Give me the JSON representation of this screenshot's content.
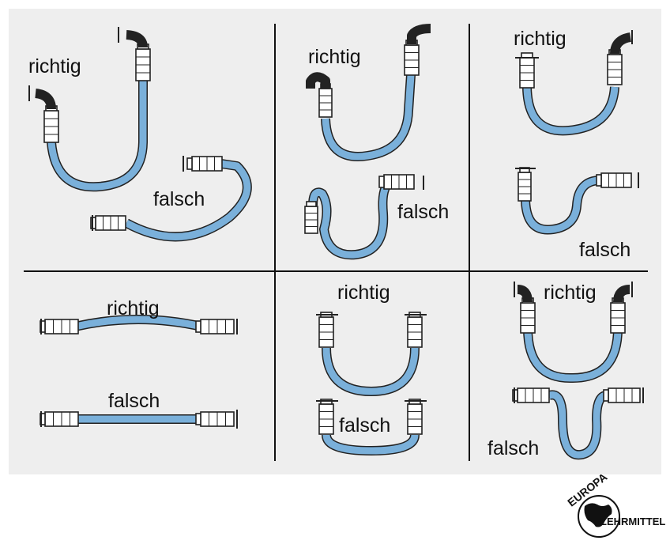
{
  "panels": [
    {
      "id": "p1",
      "richtig": "richtig",
      "falsch": "falsch"
    },
    {
      "id": "p2",
      "richtig": "richtig",
      "falsch": "falsch"
    },
    {
      "id": "p3",
      "richtig": "richtig",
      "falsch": "falsch"
    },
    {
      "id": "p4",
      "richtig": "richtig",
      "falsch": "falsch"
    },
    {
      "id": "p5",
      "richtig": "richtig",
      "falsch": "falsch"
    },
    {
      "id": "p6",
      "richtig": "richtig",
      "falsch": "falsch"
    }
  ],
  "colors": {
    "hose": "#7ab0da",
    "background": "#eeeeee",
    "line": "#222222"
  },
  "logo": {
    "top": "EUROPA",
    "bottom": "LEHRMITTEL"
  }
}
